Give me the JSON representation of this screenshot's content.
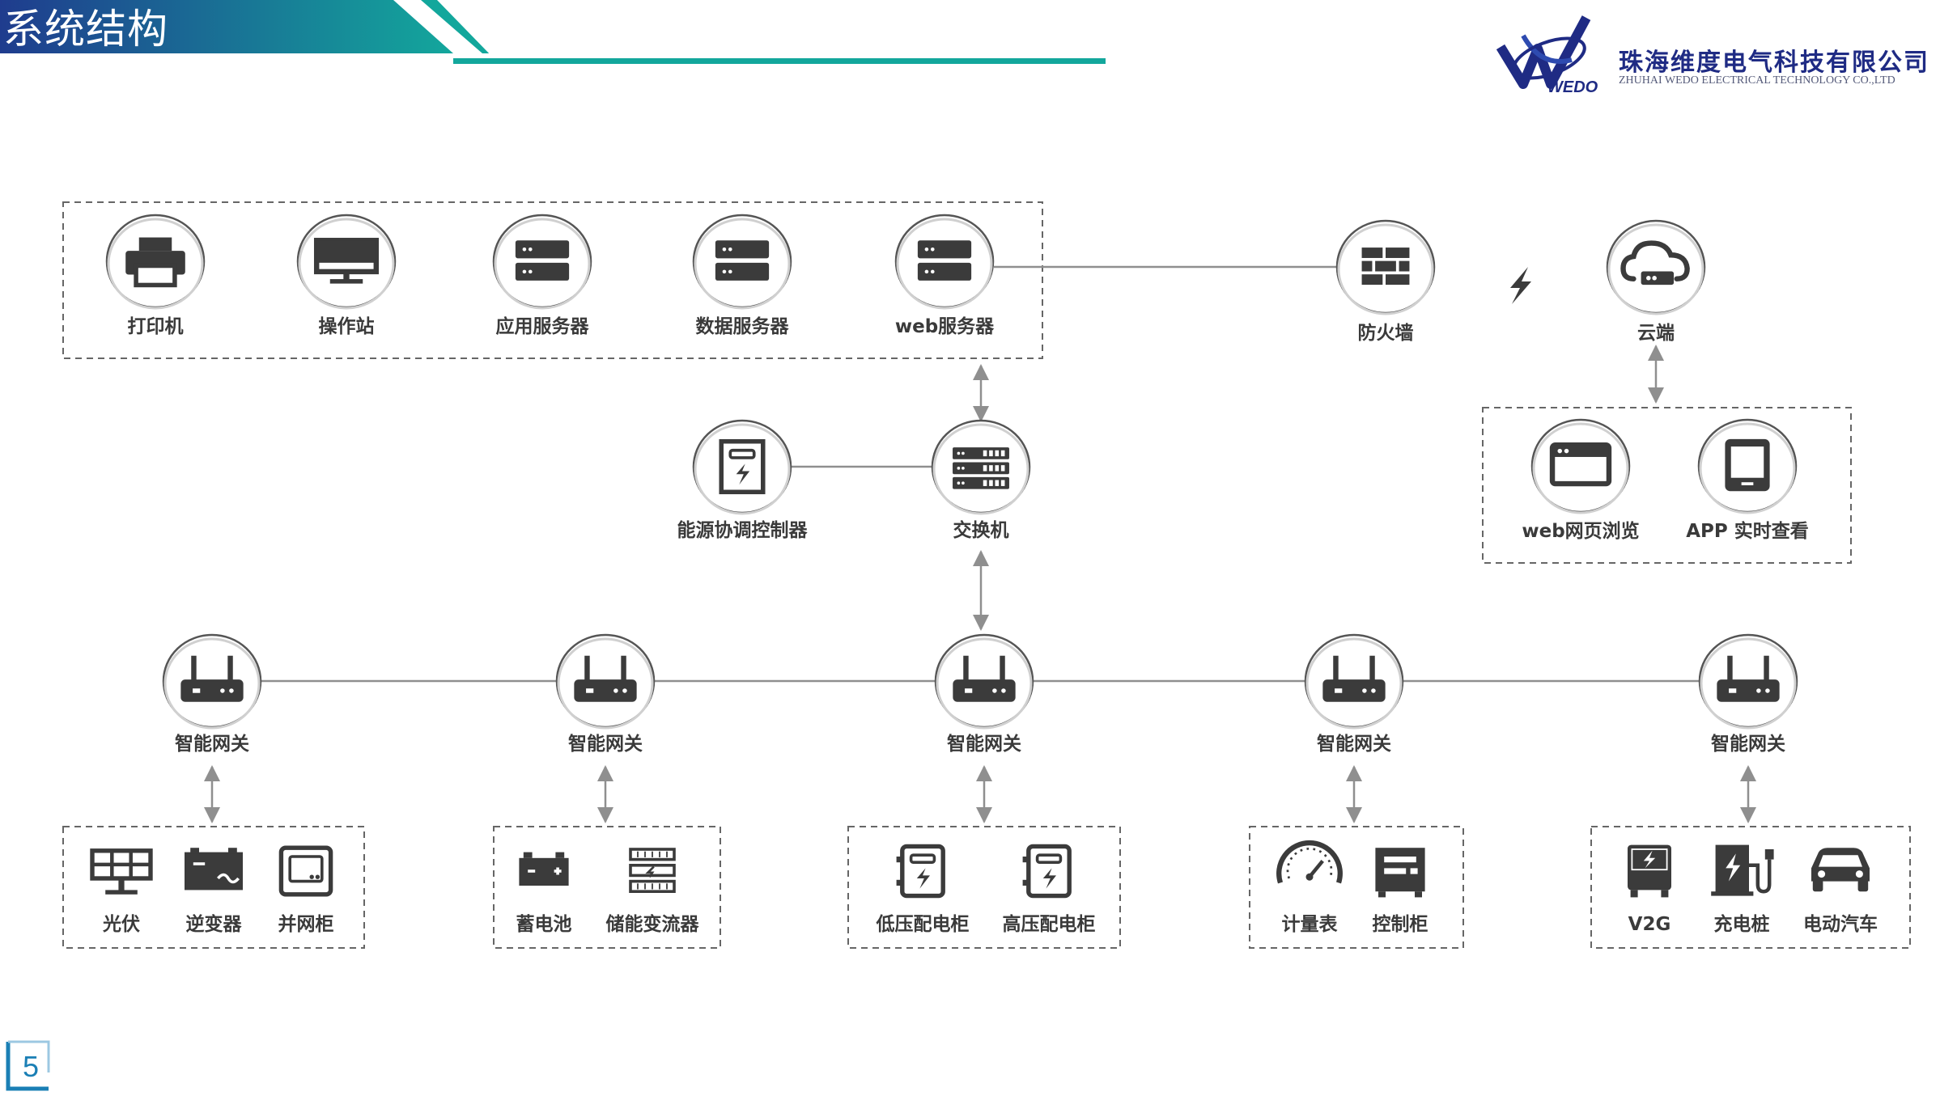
{
  "header": {
    "title": "系统结构"
  },
  "logo": {
    "mark_text": "WEDO",
    "company_cn": "珠海维度电气科技有限公司",
    "company_en": "ZHUHAI WEDO ELECTRICAL TECHNOLOGY CO.,LTD"
  },
  "top_group": [
    {
      "label": "打印机",
      "icon": "printer-icon"
    },
    {
      "label": "操作站",
      "icon": "monitor-icon"
    },
    {
      "label": "应用服务器",
      "icon": "server-icon"
    },
    {
      "label": "数据服务器",
      "icon": "server-icon"
    },
    {
      "label": "web服务器",
      "icon": "server-icon"
    }
  ],
  "firewall": {
    "label": "防火墙",
    "icon": "firewall-icon"
  },
  "lightning": {
    "icon": "lightning-icon"
  },
  "cloud": {
    "label": "云端",
    "icon": "cloud-icon"
  },
  "cloud_group": [
    {
      "label": "web网页浏览",
      "icon": "browser-window-icon"
    },
    {
      "label": "APP 实时查看",
      "icon": "tablet-icon"
    }
  ],
  "controller": {
    "label": "能源协调控制器",
    "icon": "controller-icon"
  },
  "switch": {
    "label": "交换机",
    "icon": "switch-icon"
  },
  "gateways": [
    {
      "label": "智能网关",
      "icon": "router-icon"
    },
    {
      "label": "智能网关",
      "icon": "router-icon"
    },
    {
      "label": "智能网关",
      "icon": "router-icon"
    },
    {
      "label": "智能网关",
      "icon": "router-icon"
    },
    {
      "label": "智能网关",
      "icon": "router-icon"
    }
  ],
  "device_groups": [
    {
      "items": [
        {
          "label": "光伏",
          "icon": "solar-panel-icon"
        },
        {
          "label": "逆变器",
          "icon": "inverter-icon"
        },
        {
          "label": "并网柜",
          "icon": "grid-cabinet-icon"
        }
      ]
    },
    {
      "items": [
        {
          "label": "蓄电池",
          "icon": "battery-icon"
        },
        {
          "label": "储能变流器",
          "icon": "converter-icon"
        }
      ]
    },
    {
      "items": [
        {
          "label": "低压配电柜",
          "icon": "low-voltage-cabinet-icon"
        },
        {
          "label": "高压配电柜",
          "icon": "high-voltage-cabinet-icon"
        }
      ]
    },
    {
      "items": [
        {
          "label": "计量表",
          "icon": "meter-gauge-icon"
        },
        {
          "label": "控制柜",
          "icon": "control-cabinet-icon"
        }
      ]
    },
    {
      "items": [
        {
          "label": "V2G",
          "icon": "v2g-icon"
        },
        {
          "label": "充电桩",
          "icon": "charging-pile-icon"
        },
        {
          "label": "电动汽车",
          "icon": "electric-car-icon"
        }
      ]
    }
  ],
  "page_number": "5",
  "colors": {
    "banner_dark": "#1f3c8e",
    "banner_teal": "#13a79c",
    "icon_dark": "#3b3b3b",
    "line_gray": "#8f8f8f",
    "logo_blue": "#1f2b84"
  }
}
